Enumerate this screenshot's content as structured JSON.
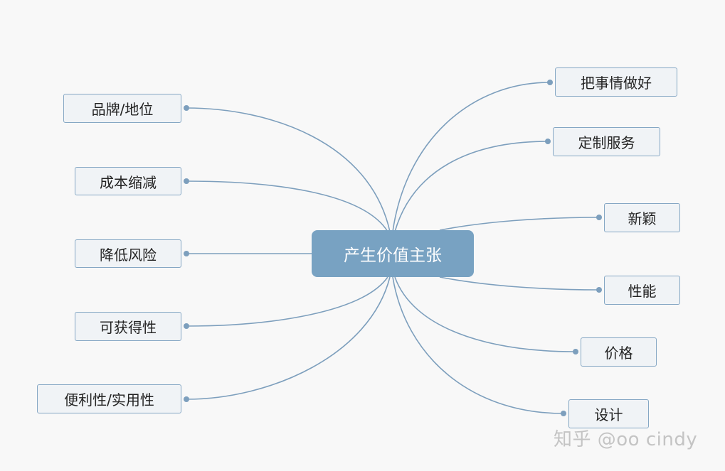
{
  "center": {
    "label": "产生价值主张"
  },
  "left_branches": [
    {
      "label": "品牌/地位"
    },
    {
      "label": "成本缩减"
    },
    {
      "label": "降低风险"
    },
    {
      "label": "可获得性"
    },
    {
      "label": "便利性/实用性"
    }
  ],
  "right_branches": [
    {
      "label": "把事情做好"
    },
    {
      "label": "定制服务"
    },
    {
      "label": "新颖"
    },
    {
      "label": "性能"
    },
    {
      "label": "价格"
    },
    {
      "label": "设计"
    }
  ],
  "watermark": "知乎 @oo cindy",
  "colors": {
    "center_fill": "#78a2c2",
    "node_border": "#85a7c4",
    "node_fill": "#f0f3f6",
    "connector": "#7d9fbd"
  }
}
